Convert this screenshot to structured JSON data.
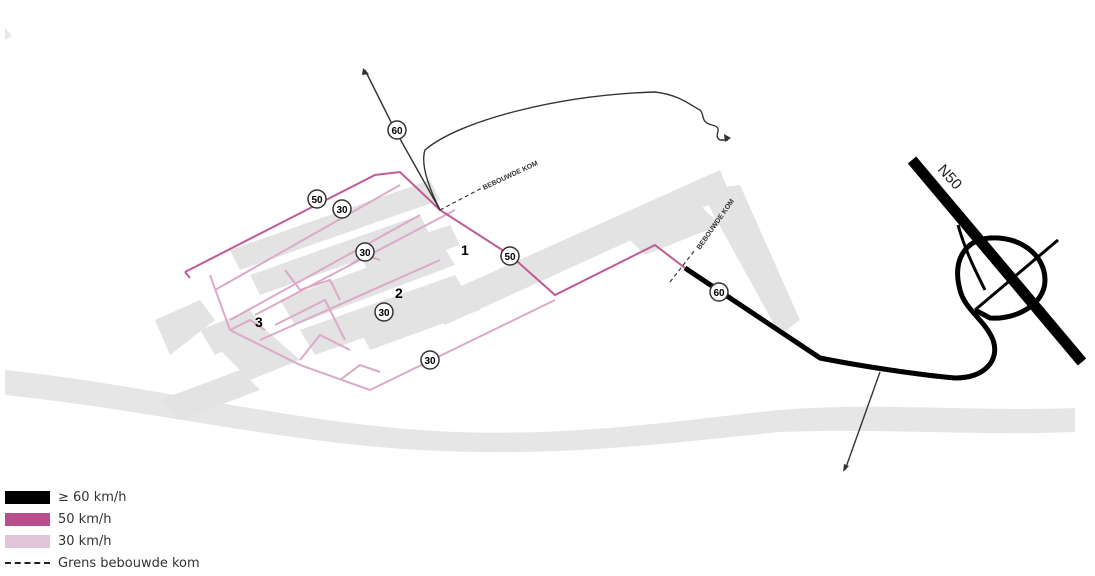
{
  "map": {
    "road_label": "N50",
    "boundary_label": "BEBOUWDE KOM",
    "zone_numbers": [
      "1",
      "2",
      "3"
    ],
    "speed_signs": {
      "s60_north": "60",
      "s50_west": "50",
      "s30_west": "30",
      "s30_center": "30",
      "s50_east": "50",
      "s30_zone2": "30",
      "s30_south": "30",
      "s60_east": "60"
    }
  },
  "legend": {
    "items": [
      {
        "label": "≥ 60 km/h",
        "color": "#000000"
      },
      {
        "label": "50 km/h",
        "color": "#b94e8c"
      },
      {
        "label": "30 km/h",
        "color": "#e2c4da"
      },
      {
        "label": "Grens bebouwde kom",
        "color": "#222222"
      }
    ]
  },
  "colors": {
    "fast_road": "#000000",
    "road_50": "#c25a94",
    "road_30": "#dca9c9",
    "buildings": "#e3e3e3",
    "river": "#e6e6e6",
    "other_road": "#333333"
  }
}
